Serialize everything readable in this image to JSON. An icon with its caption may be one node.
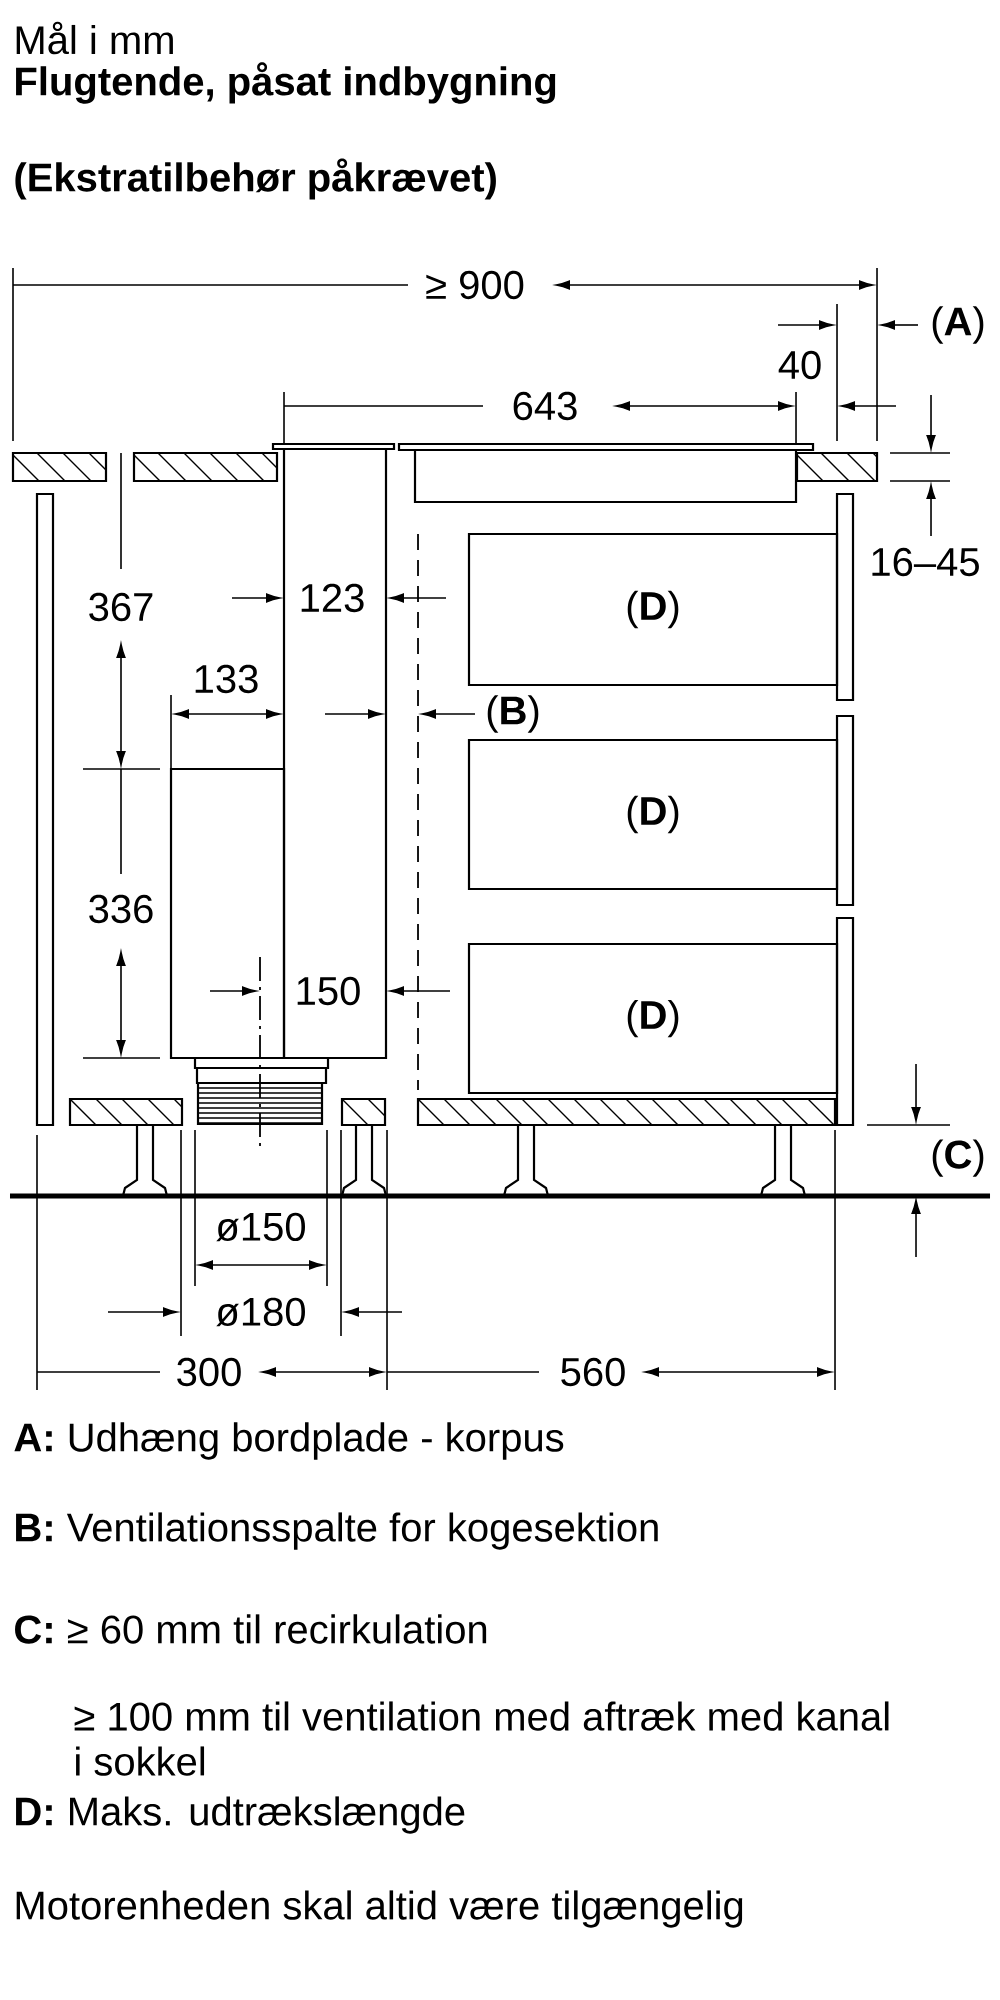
{
  "diagram": {
    "title": "Flugtende, påsat indbygning",
    "nodes": [
      {
        "text": [
          "(**D**)"
        ]
      },
      {
        "text": [
          "(**D**)"
        ]
      },
      {
        "text": [
          "(**D**)"
        ]
      }
    ],
    "labels": [
      "Mål i mm",
      "(Ekstratilbehør påkrævet)",
      "≥ 900",
      "(**A**)",
      "40",
      "643",
      "16–45",
      "367",
      "123",
      "133",
      "(**B**)",
      "336",
      "150",
      "(**C**)",
      "ø150",
      "ø180",
      "300",
      "560",
      "**A:** Udhæng bordplade - korpus",
      "**B:** Ventilationsspalte for kogesektion",
      "**C:** ≥ 60 mm til recirkulation",
      "≥ 100 mm til ventilation med aftræk med kanal i sokkel",
      "**D:** Maks. udtrækslængde",
      "Motorenheden skal altid være tilgængelig"
    ]
  }
}
